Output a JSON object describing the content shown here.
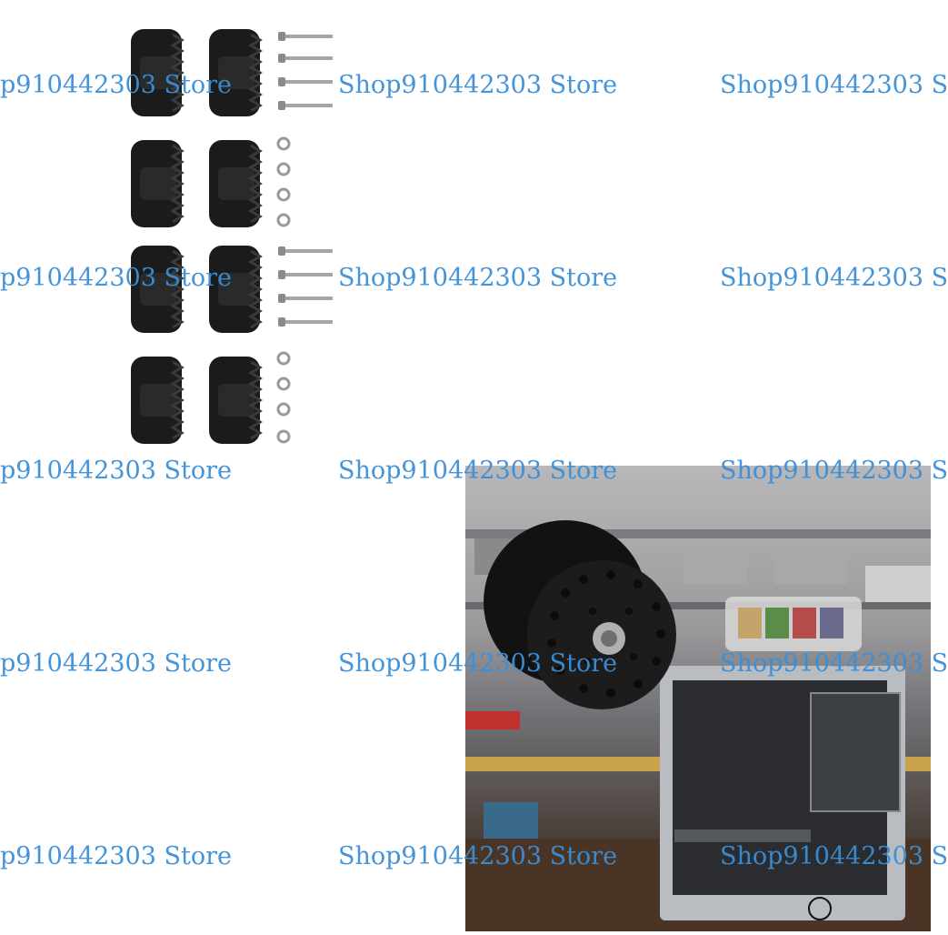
{
  "watermark": {
    "text_full": "Shop910442303 Store",
    "text_left_cut": "p910442303 Store",
    "text_right_cut": "Shop910442303 S"
  },
  "product_image": {
    "description_icons": [
      "rubber-wheel-icon",
      "screw-icon",
      "washer-icon"
    ],
    "colors": {
      "wheel": "#1a1a1a",
      "screw": "#9c9c9c",
      "printer": "#b9bcc0"
    }
  }
}
